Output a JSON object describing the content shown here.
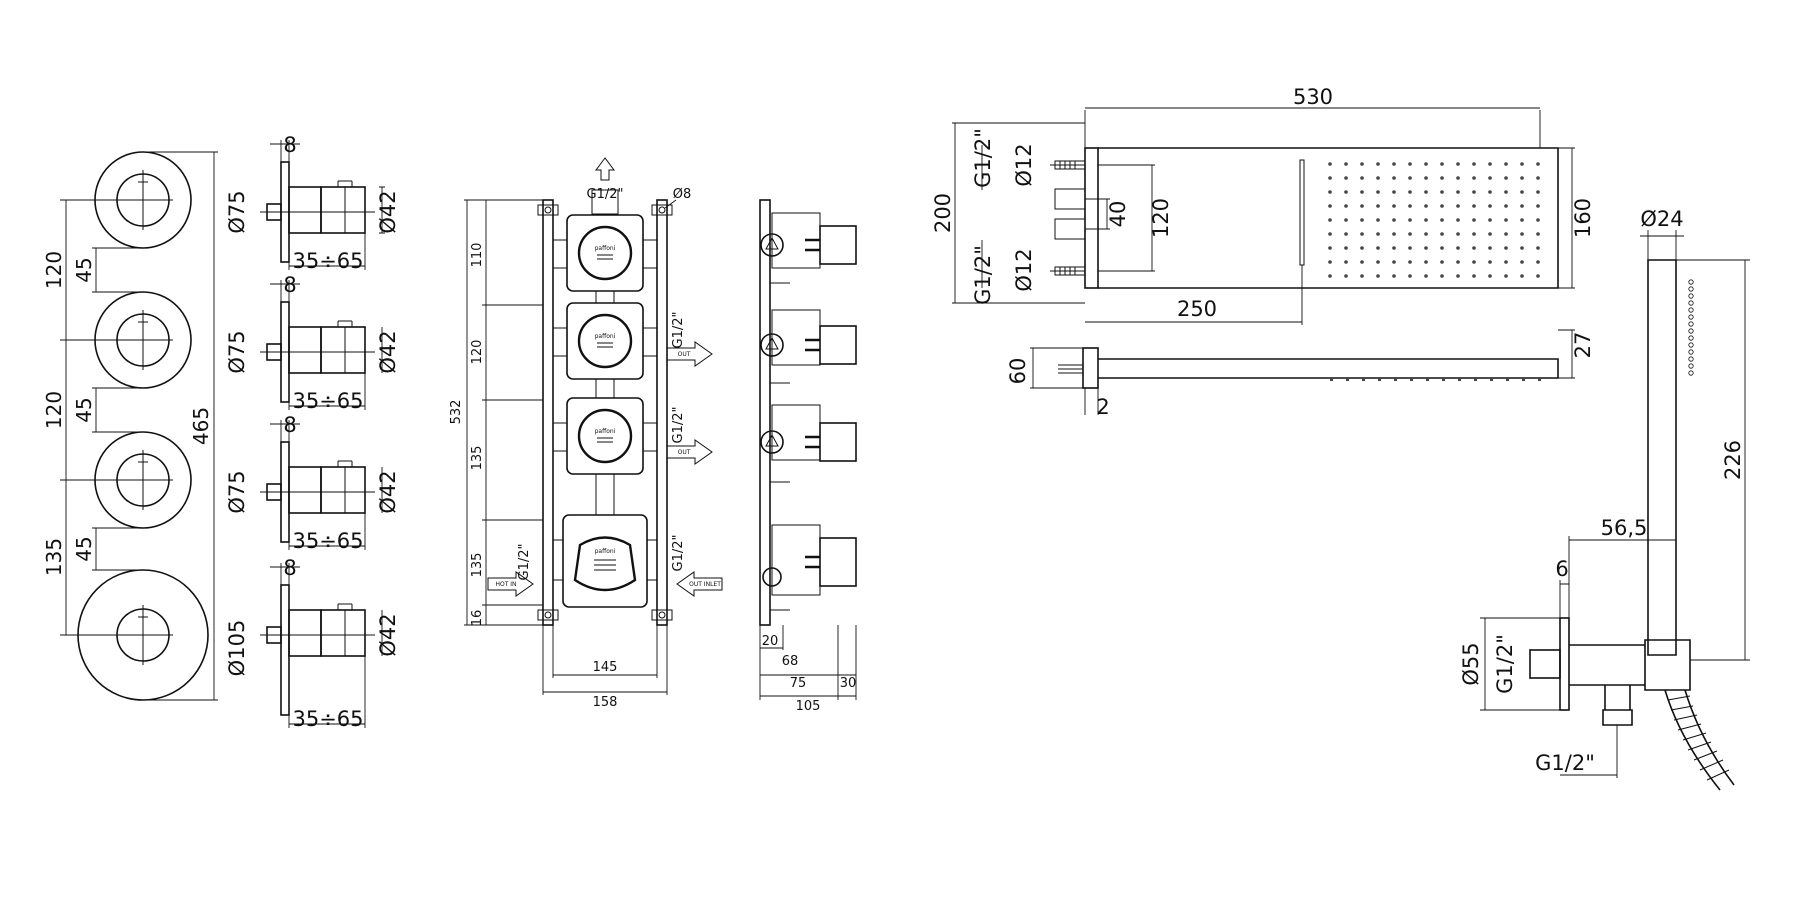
{
  "dims": {
    "spacing_upper": "120",
    "spacing_middle": "120",
    "spacing_lower": "135",
    "gap_1": "45",
    "gap_2": "45",
    "gap_3": "45",
    "total_height": "465",
    "plate_thickness": "8",
    "dia_plate_small": "Ø75",
    "dia_plate_large": "Ø105",
    "dia_knob": "Ø42",
    "knob_depth": "35÷65",
    "body_dia_8": "Ø8",
    "thread": "G1/2\"",
    "body_height": "532",
    "body_s1": "110",
    "body_s2": "120",
    "body_s3": "135",
    "body_s4": "135",
    "body_s5": "16",
    "body_inner_w": "145",
    "body_outer_w": "158",
    "side_20": "20",
    "side_68": "68",
    "side_75": "75",
    "side_30": "30",
    "side_105": "105",
    "flow_out": "OUT",
    "flow_in_hot": "HOT IN",
    "flow_out_inlet": "OUT INLET",
    "brand": "paffoni",
    "head_len": "530",
    "head_total_h": "200",
    "head_thread_top": "G1/2\"",
    "head_thread_bot": "G1/2\"",
    "head_dia_top": "Ø12",
    "head_dia_bot": "Ø12",
    "head_40": "40",
    "head_120": "120",
    "head_160": "160",
    "head_250": "250",
    "head_side_60": "60",
    "head_side_2": "2",
    "head_side_27": "27",
    "hand_dia": "Ø24",
    "hand_len": "226",
    "hand_56": "56,5",
    "hand_6": "6",
    "hand_dia55": "Ø55",
    "hand_thread_v": "G1/2\"",
    "hand_thread_h": "G1/2\""
  }
}
